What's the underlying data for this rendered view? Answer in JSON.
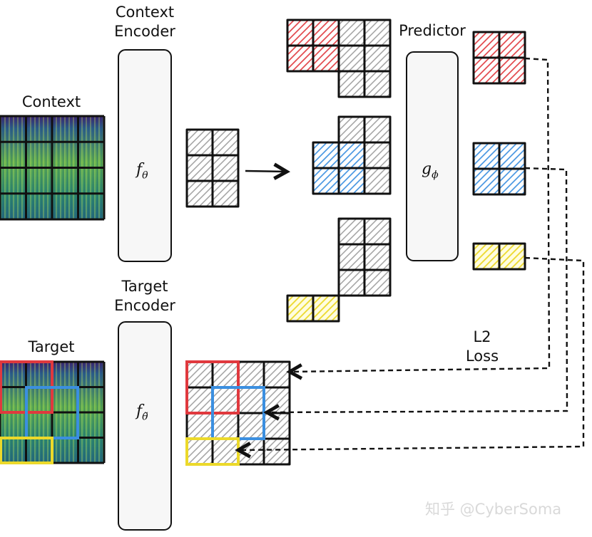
{
  "labels": {
    "context_encoder": [
      "Context",
      "Encoder"
    ],
    "target_encoder": [
      "Target",
      "Encoder"
    ],
    "predictor": "Predictor",
    "context": "Context",
    "target": "Target",
    "loss": [
      "L2",
      "Loss"
    ]
  },
  "symbols": {
    "context_encoder": {
      "base": "f",
      "sub": "θ"
    },
    "target_encoder": {
      "base": "f",
      "sub": "θ̃"
    },
    "predictor": {
      "base": "g",
      "sub": "ϕ"
    }
  },
  "watermark": "知乎 @CyberSoma",
  "colors": {
    "red": "#e0393e",
    "blue": "#3b8fe0",
    "yellow": "#ecd92a",
    "gray": "#9a9a9a"
  }
}
